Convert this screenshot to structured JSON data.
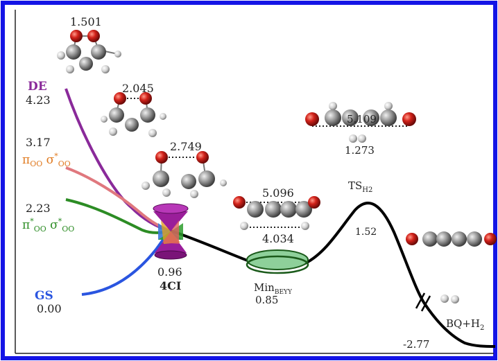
{
  "colors": {
    "frame": "#1414e6",
    "de": "#8a2a9a",
    "pi_oo_sigma": "#e0787e",
    "pi_star_oo": "#2c8c24",
    "gs": "#2a55e0",
    "path": "#000000",
    "atom_o": "#d2221a",
    "atom_c": "#8a8a8a",
    "atom_h": "#cfcfcf",
    "min_ring": "#8ed09a",
    "ci_cone": "#8e1c8e"
  },
  "states": {
    "de": {
      "label": "DE",
      "value": "4.23"
    },
    "pioo": {
      "label_main": "π",
      "label_sub1": "OO",
      "label_mid": " σ",
      "label_sup": "*",
      "label_sub2": "OO",
      "value": "3.17"
    },
    "pistar": {
      "label_main": "π",
      "label_sup1": "*",
      "label_sub1": "OO",
      "label_mid": " σ",
      "label_sup2": "*",
      "label_sub2": "OO",
      "value": "2.23"
    },
    "gs": {
      "label": "GS",
      "value": "0.00"
    }
  },
  "points": {
    "ci": {
      "label": "4CI",
      "value": "0.96"
    },
    "min": {
      "label_main": "Min",
      "label_sub": "BEYY",
      "value": "0.85"
    },
    "ts": {
      "label_main": "TS",
      "label_sub": "H2",
      "value": "1.52"
    },
    "bq": {
      "label_main": "BQ+H",
      "label_sub": "2",
      "value": "-2.77"
    }
  },
  "distances": {
    "d1": "1.501",
    "d2": "2.045",
    "d3": "2.749",
    "min_oo": "5.096",
    "min_hh": "4.034",
    "ts_oo": "5.109",
    "ts_hh": "1.273"
  }
}
